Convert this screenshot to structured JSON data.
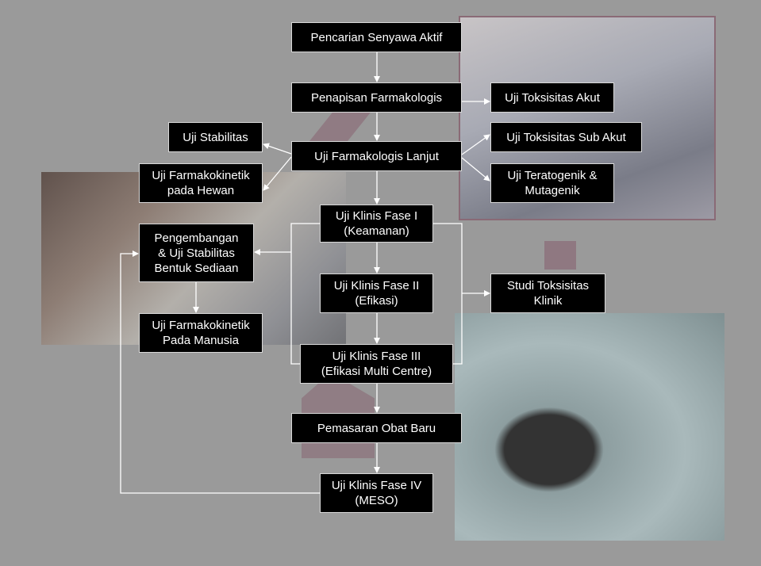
{
  "nodes": {
    "pencarian": "Pencarian Senyawa Aktif",
    "penapisan": "Penapisan Farmakologis",
    "farmakologis_lanjut": "Uji Farmakologis Lanjut",
    "fase1": "Uji Klinis Fase I\n(Keamanan)",
    "fase2": "Uji Klinis Fase II\n(Efikasi)",
    "fase3": "Uji Klinis Fase III\n(Efikasi Multi Centre)",
    "pemasaran": "Pemasaran Obat Baru",
    "fase4": "Uji Klinis Fase IV\n(MESO)",
    "toksisitas_akut": "Uji Toksisitas Akut",
    "toksisitas_sub_akut": "Uji Toksisitas Sub Akut",
    "teratogenik": "Uji Teratogenik &\nMutagenik",
    "stabilitas": "Uji Stabilitas",
    "farmakokinetik_hewan": "Uji Farmakokinetik\npada Hewan",
    "pengembangan": "Pengembangan\n& Uji Stabilitas\nBentuk Sediaan",
    "farmakokinetik_manusia": "Uji Farmakokinetik\nPada Manusia",
    "toksisitas_klinik": "Studi Toksisitas\nKlinik"
  },
  "colors": {
    "node_fill": "#000000",
    "node_text": "#ffffff",
    "connector": "#ffffff",
    "background": "#9a9a9a",
    "accent_shape": "#8a6a76"
  }
}
